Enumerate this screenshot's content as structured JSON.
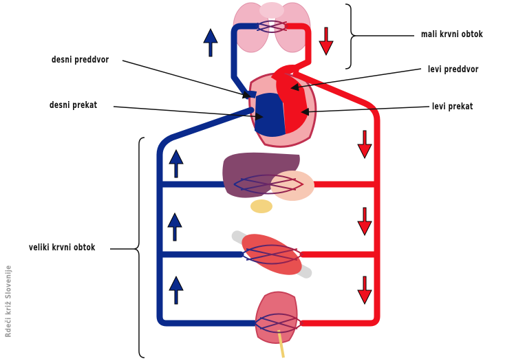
{
  "labels": {
    "pulmonary_circulation": "mali krvni obtok",
    "systemic_circulation": "veliki krvni obtok",
    "right_atrium": "desni preddvor",
    "right_ventricle": "desni prekat",
    "left_atrium": "levi preddvor",
    "left_ventricle": "levi prekat"
  },
  "watermark": "Rdeči križ Slovenije",
  "colors": {
    "deoxygenated": "#0a2a8c",
    "oxygenated": "#f0101e",
    "capillary": "#5a2a7a"
  },
  "organs": [
    "lungs-icon",
    "heart-icon",
    "liver-icon",
    "muscle-icon",
    "kidney-icon"
  ]
}
